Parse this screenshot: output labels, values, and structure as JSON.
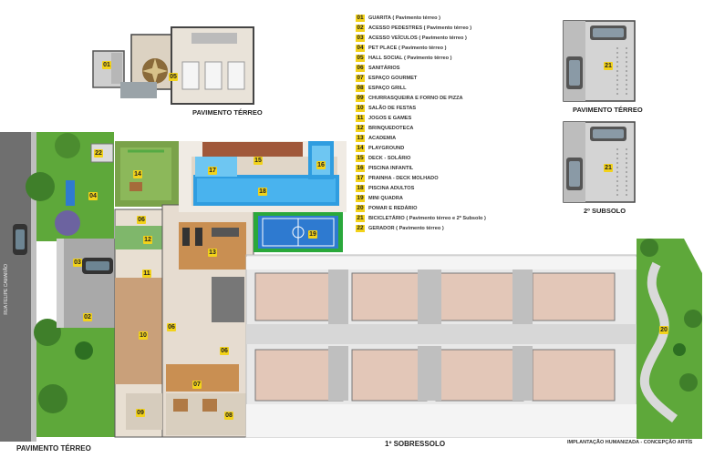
{
  "legend": [
    {
      "num": "01",
      "text": "GUARITA ( Pavimento térreo )"
    },
    {
      "num": "02",
      "text": "ACESSO PEDESTRES ( Pavimento térreo )"
    },
    {
      "num": "03",
      "text": "ACESSO VEÍCULOS ( Pavimento térreo )"
    },
    {
      "num": "04",
      "text": "PET PLACE ( Pavimento térreo )"
    },
    {
      "num": "05",
      "text": "HALL SOCIAL ( Pavimento térreo )"
    },
    {
      "num": "06",
      "text": "SANITÁRIOS"
    },
    {
      "num": "07",
      "text": "ESPAÇO GOURMET"
    },
    {
      "num": "08",
      "text": "ESPAÇO GRILL"
    },
    {
      "num": "09",
      "text": "CHURRASQUEIRA E FORNO DE PIZZA"
    },
    {
      "num": "10",
      "text": "SALÃO DE FESTAS"
    },
    {
      "num": "11",
      "text": "JOGOS E GAMES"
    },
    {
      "num": "12",
      "text": "BRINQUEDOTECA"
    },
    {
      "num": "13",
      "text": "ACADEMIA"
    },
    {
      "num": "14",
      "text": "PLAYGROUND"
    },
    {
      "num": "15",
      "text": "DECK - SOLÁRIO"
    },
    {
      "num": "16",
      "text": "PISCINA INFANTIL"
    },
    {
      "num": "17",
      "text": "PRAINHA - DECK MOLHADO"
    },
    {
      "num": "18",
      "text": "PISCINA ADULTOS"
    },
    {
      "num": "19",
      "text": "MINI QUADRA"
    },
    {
      "num": "20",
      "text": "POMAR E REDÁRIO"
    },
    {
      "num": "21",
      "text": "BICICLETÁRIO ( Pavimento térreo e 2º Subsolo )"
    },
    {
      "num": "22",
      "text": "GERADOR ( Pavimento térreo )"
    }
  ],
  "captions": {
    "top_plan": "PAVIMENTO TÉRREO",
    "right_plan_1": "PAVIMENTO TÉRREO",
    "right_plan_2": "2º SUBSOLO",
    "main_left": "PAVIMENTO TÉRREO",
    "main_center": "1º SOBRESSOLO",
    "credit": "IMPLANTAÇÃO HUMANIZADA - CONCEPÇÃO ARTÍS",
    "street": "RUA FELIPE CAMARÃO"
  },
  "badges": {
    "b01": "01",
    "b05": "05",
    "b21a": "21",
    "b21b": "21",
    "b22": "22",
    "b04": "04",
    "b03": "03",
    "b02": "02",
    "b14": "14",
    "b15": "15",
    "b16": "16",
    "b17": "17",
    "b18": "18",
    "b19": "19",
    "b06a": "06",
    "b12": "12",
    "b13": "13",
    "b11": "11",
    "b10": "10",
    "b06b": "06",
    "b06c": "06",
    "b07": "07",
    "b09": "09",
    "b08": "08",
    "b20": "20"
  },
  "colors": {
    "badge": "#f2d21a",
    "grass": "#5ea83a",
    "pool": "#2f9de0",
    "court": "#2aa83b",
    "deck": "#a0583a",
    "floor": "#e6dcd0",
    "corridor": "#d7d7d7"
  }
}
